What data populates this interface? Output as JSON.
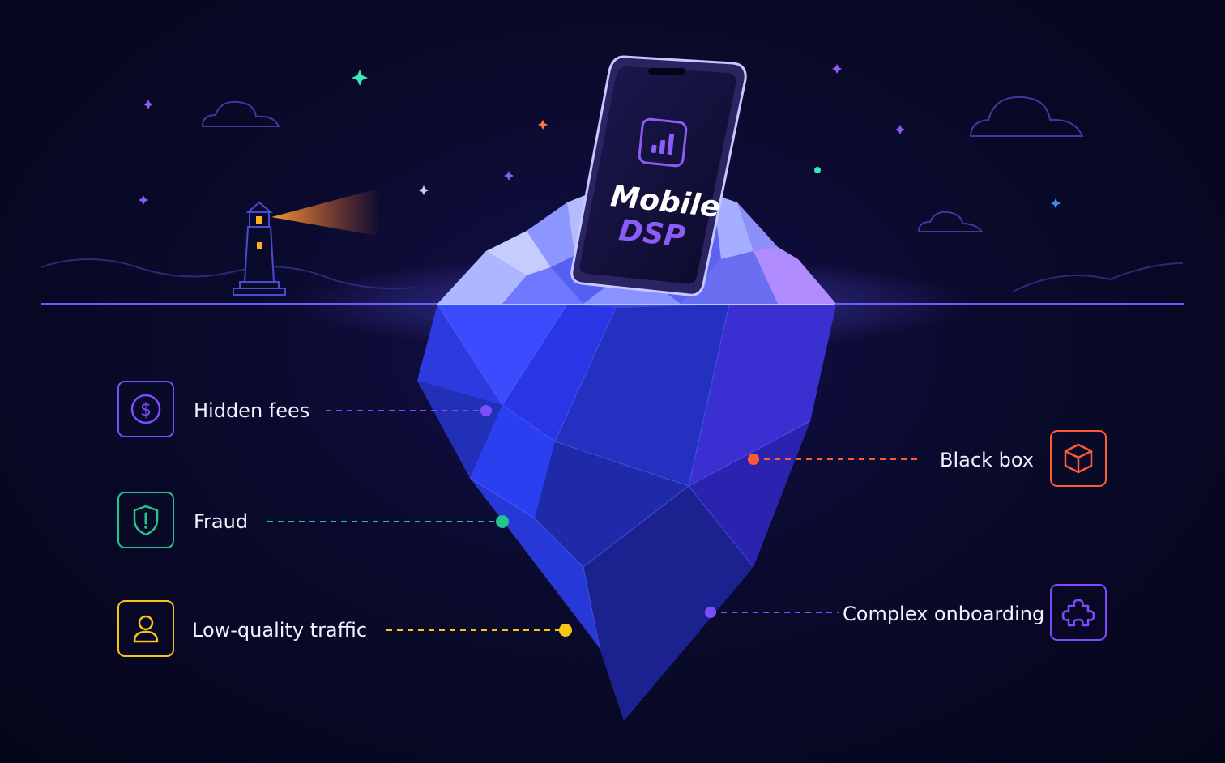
{
  "phone": {
    "line1": "Mobile",
    "line2": "DSP",
    "line1_color": "#ffffff",
    "line2_color": "#8b5cf6",
    "icon": "bar-chart-icon"
  },
  "callouts": [
    {
      "label": "Hidden fees",
      "icon": "dollar-coin-icon",
      "color": "#7c4dff",
      "side": "left"
    },
    {
      "label": "Fraud",
      "icon": "shield-alert-icon",
      "color": "#22c58b",
      "side": "left"
    },
    {
      "label": "Low-quality traffic",
      "icon": "user-icon",
      "color": "#f5c518",
      "side": "left"
    },
    {
      "label": "Black box",
      "icon": "cube-icon",
      "color": "#ff5a36",
      "side": "right"
    },
    {
      "label": "Complex onboarding",
      "icon": "puzzle-icon",
      "color": "#7c4dff",
      "side": "right"
    }
  ],
  "colors": {
    "background": "#05051a",
    "water_line": "#6a5cff",
    "ice_deep": "#1f2fd6",
    "ice_light": "#9aa6ff"
  }
}
